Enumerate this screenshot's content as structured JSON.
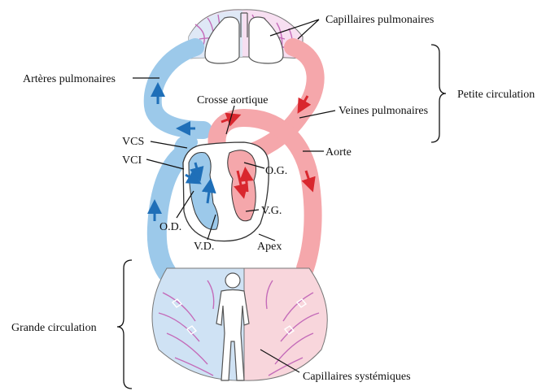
{
  "colors": {
    "venous": "#9cc9ea",
    "venous_dark": "#1f6fb8",
    "arterial": "#f5a7ab",
    "arterial_dark": "#d9272e",
    "capillary": "#c46bb9"
  },
  "labels": {
    "capillaires_pulmonaires": "Capillaires pulmonaires",
    "arteres_pulmonaires": "Artères pulmonaires",
    "crosse_aortique": "Crosse aortique",
    "veines_pulmonaires": "Veines pulmonaires",
    "petite_circulation": "Petite circulation",
    "vcs": "VCS",
    "vci": "VCI",
    "aorte": "Aorte",
    "og": "O.G.",
    "vg": "V.G.",
    "od": "O.D.",
    "vd": "V.D.",
    "apex": "Apex",
    "grande_circulation": "Grande circulation",
    "capillaires_systemiques": "Capillaires systémiques"
  }
}
